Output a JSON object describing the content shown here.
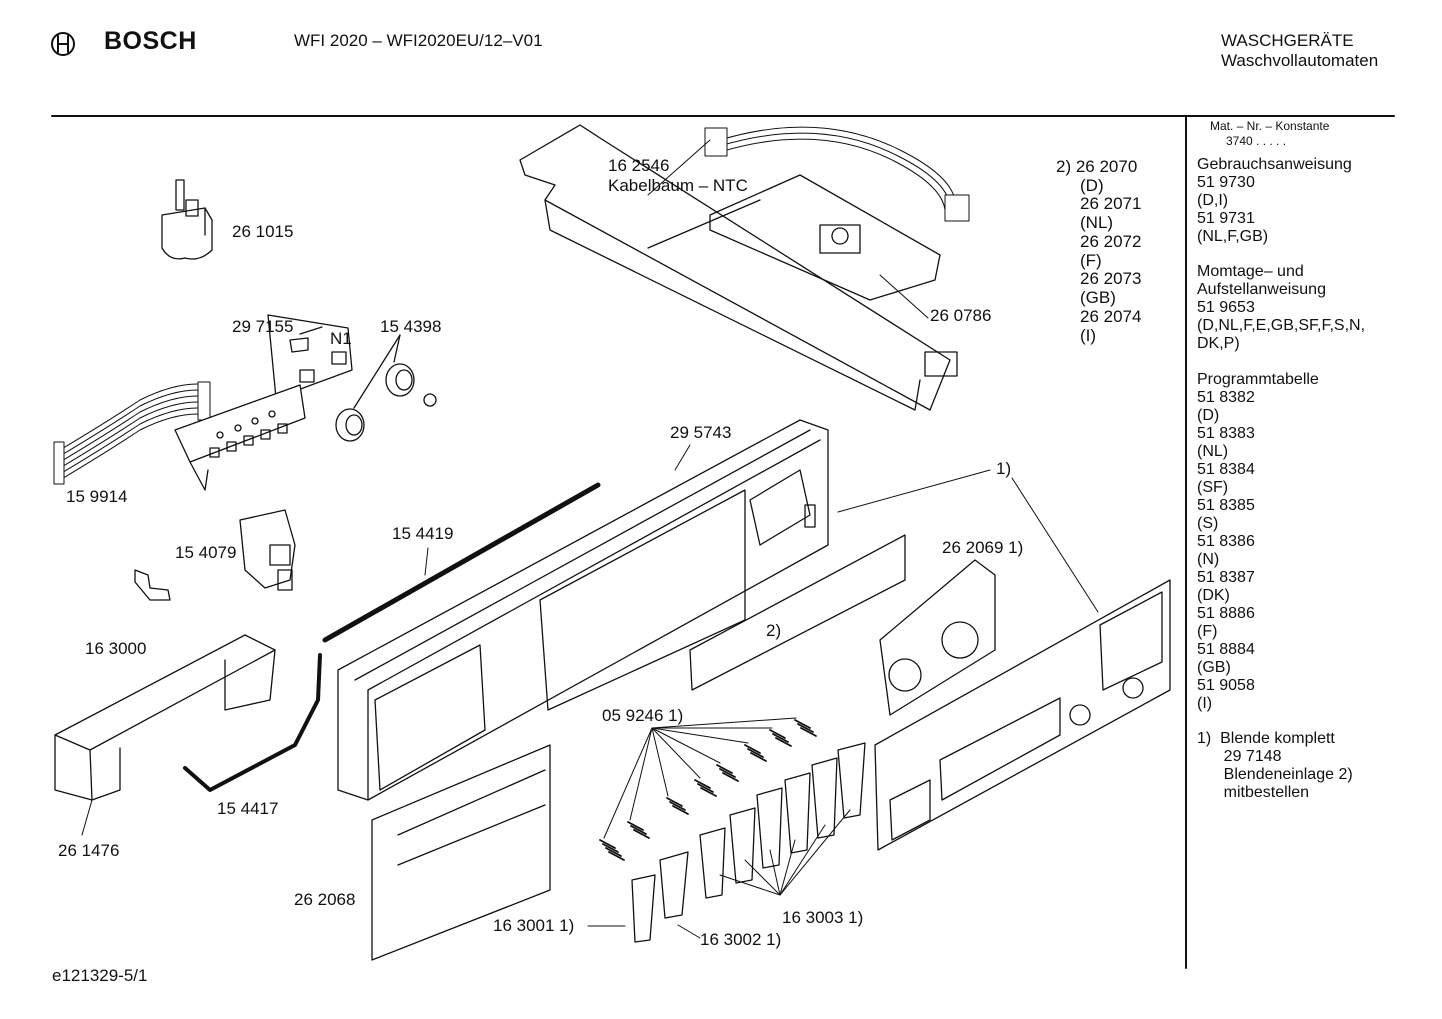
{
  "header": {
    "brand": "BOSCH",
    "model": "WFI 2020 – WFI2020EU/12–V01",
    "category": "WASCHGERÄTE",
    "subcategory": "Waschvollautomaten"
  },
  "labels": {
    "p261015": "26 1015",
    "p297155": "29 7155",
    "n1": "N1",
    "p154398": "15 4398",
    "p159914": "15 9914",
    "p154079": "15 4079",
    "p163000": "16 3000",
    "p261476": "26 1476",
    "p154417": "15 4417",
    "p154419": "15 4419",
    "p295743": "29 5743",
    "p162546": "16 2546",
    "kabelbaum": "Kabelbaum – NTC",
    "p260786": "26 0786",
    "variants": [
      "2) 26 2070",
      "(D)",
      "26 2071",
      "(NL)",
      "26 2072",
      "(F)",
      "26 2073",
      "(GB)",
      "26 2074",
      "(I)"
    ],
    "ref1": "1)",
    "ref2": "2)",
    "p262069": "26 2069 1)",
    "p059246": "05 9246 1)",
    "p262068": "26 2068",
    "p163001": "16 3001 1)",
    "p163002": "16 3002 1)",
    "p163003": "16 3003 1)",
    "footer": "e121329-5/1"
  },
  "sidebar": {
    "mat_header": "Mat. – Nr. – Konstante",
    "mat_value": "3740  .  .  .  .  .",
    "sections": [
      [
        "Gebrauchsanweisung",
        "51 9730",
        "(D,I)",
        "51 9731",
        "(NL,F,GB)"
      ],
      [
        "Momtage– und",
        "Aufstellanweisung",
        "51 9653",
        "(D,NL,F,E,GB,SF,F,S,N,",
        "DK,P)"
      ],
      [
        "Programmtabelle",
        "51 8382",
        "(D)",
        "51 8383",
        "(NL)",
        "51 8384",
        "(SF)",
        "51 8385",
        "(S)",
        "51 8386",
        "(N)",
        "51 8387",
        "(DK)",
        "51 8886",
        "(F)",
        "51 8884",
        "(GB)",
        "51 9058",
        "(I)"
      ],
      [
        "1)  Blende komplett",
        "      29 7148",
        "      Blendeneinlage 2)",
        "      mitbestellen"
      ]
    ]
  }
}
